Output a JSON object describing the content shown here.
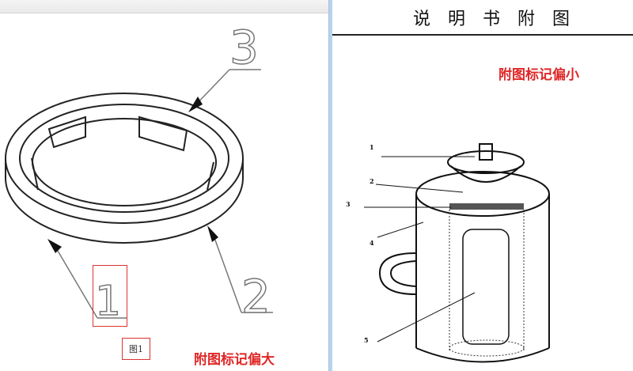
{
  "left_panel": {
    "figure_caption": "图1",
    "annotation": "附图标记偏大",
    "reference_labels": [
      "1",
      "2",
      "3"
    ]
  },
  "right_panel": {
    "page_title": "说明书附图",
    "annotation": "附图标记偏小",
    "reference_labels": [
      "1",
      "2",
      "3",
      "4",
      "5"
    ]
  },
  "colors": {
    "annotation_red": "#e02626",
    "divider_blue": "#b9d3ea"
  }
}
